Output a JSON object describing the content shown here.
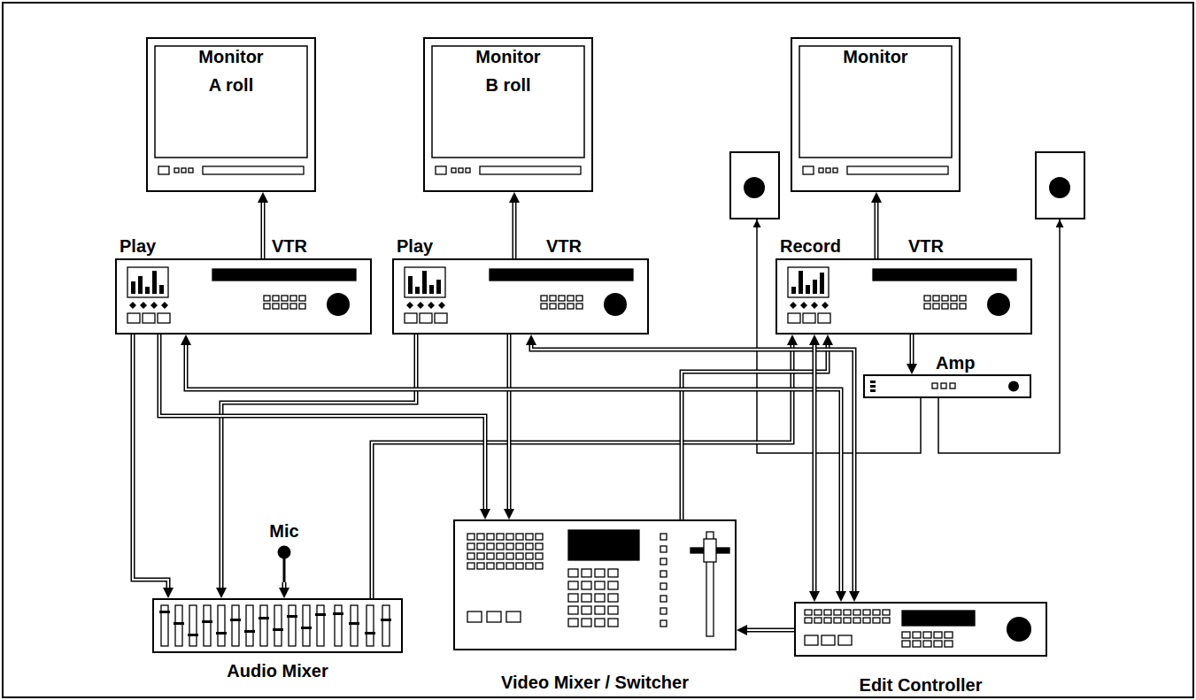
{
  "diagram": {
    "nodes": [
      {
        "text": [
          "Monitor",
          "A roll"
        ]
      },
      {
        "text": [
          "Monitor",
          "B roll"
        ]
      },
      {
        "text": [
          "Monitor"
        ]
      },
      {
        "text": [
          "Play",
          "VTR"
        ]
      },
      {
        "text": [
          "Play",
          "VTR"
        ]
      },
      {
        "text": [
          "Record",
          "VTR"
        ]
      },
      {
        "text": [
          "Amp"
        ]
      },
      {
        "text": [
          "Mic"
        ]
      },
      {
        "text": [
          "Audio Mixer"
        ]
      },
      {
        "text": [
          "Video Mixer / Switcher"
        ]
      },
      {
        "text": [
          "Edit Controller"
        ]
      }
    ],
    "edges": [
      {
        "from": 3,
        "to": 0,
        "arrow": "to"
      },
      {
        "from": 4,
        "to": 1,
        "arrow": "to"
      },
      {
        "from": 5,
        "to": 2,
        "arrow": "to"
      },
      {
        "from": 3,
        "to": 8,
        "arrow": "to"
      },
      {
        "from": 4,
        "to": 8,
        "arrow": "to"
      },
      {
        "from": 7,
        "to": 8,
        "arrow": "to"
      },
      {
        "from": 8,
        "to": 5,
        "arrow": "to"
      },
      {
        "from": 3,
        "to": 9,
        "arrow": "to"
      },
      {
        "from": 4,
        "to": 9,
        "arrow": "to"
      },
      {
        "from": 9,
        "to": 5,
        "arrow": "to"
      },
      {
        "from": 10,
        "to": 9,
        "arrow": "to"
      },
      {
        "from": 10,
        "to": 3,
        "arrow": "both"
      },
      {
        "from": 10,
        "to": 4,
        "arrow": "both"
      },
      {
        "from": 10,
        "to": 5,
        "arrow": "both"
      },
      {
        "from": 5,
        "to": 6,
        "arrow": "to"
      }
    ]
  }
}
